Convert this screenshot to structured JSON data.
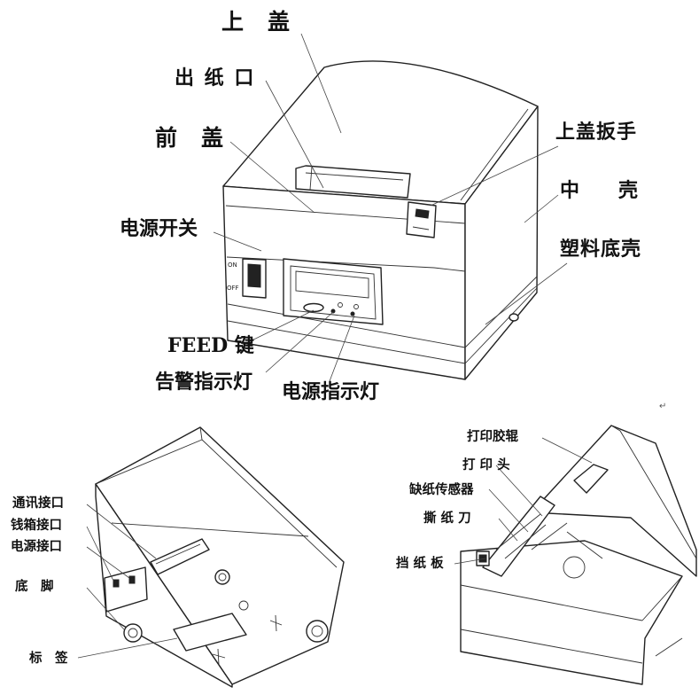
{
  "labels": {
    "top_cover": "上　盖",
    "paper_outlet": "出 纸 口",
    "front_cover": "前　盖",
    "cover_lever": "上盖扳手",
    "middle_case": "中　　壳",
    "power_switch": "电源开关",
    "plastic_base": "塑料底壳",
    "feed_key": "FEED 键",
    "alarm_light": "告警指示灯",
    "power_light": "电源指示灯",
    "comm_port": "通讯接口",
    "cash_drawer_port": "钱箱接口",
    "power_port": "电源接口",
    "foot": "底　脚",
    "tag": "标　签",
    "platen_roller": "打印胶辊",
    "print_head": "打 印 头",
    "paper_sensor": "缺纸传感器",
    "tear_bar": "撕 纸 刀",
    "paper_guide": "挡 纸 板"
  },
  "switch_marks": {
    "on": "ON",
    "off": "OFF"
  },
  "return_mark": "↵"
}
